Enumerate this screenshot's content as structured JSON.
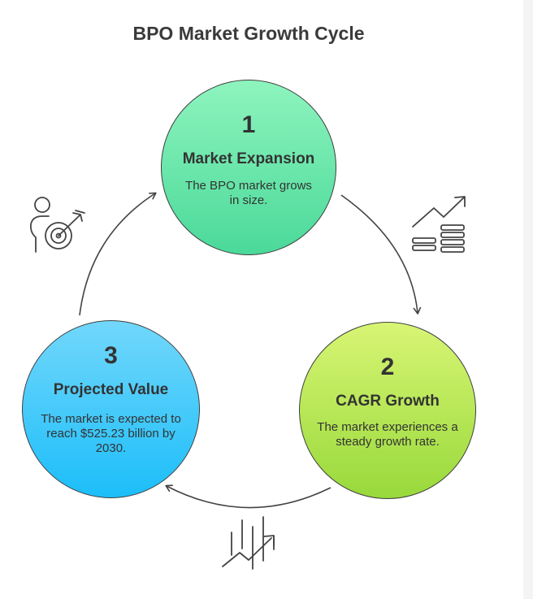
{
  "title": "BPO Market Growth Cycle",
  "stages": [
    {
      "number": "1",
      "heading": "Market Expansion",
      "description": "The BPO market grows in size.",
      "color": "#5ee3a6"
    },
    {
      "number": "2",
      "heading": "CAGR Growth",
      "description": "The market experiences a steady growth rate.",
      "color": "#b6e655"
    },
    {
      "number": "3",
      "heading": "Projected Value",
      "description": "The market is expected to reach $525.23 billion by 2030.",
      "color": "#3ccbfa"
    }
  ],
  "icons": {
    "expansion": "rising-coins-icon",
    "cagr": "growth-chart-icon",
    "projected": "target-person-icon"
  }
}
